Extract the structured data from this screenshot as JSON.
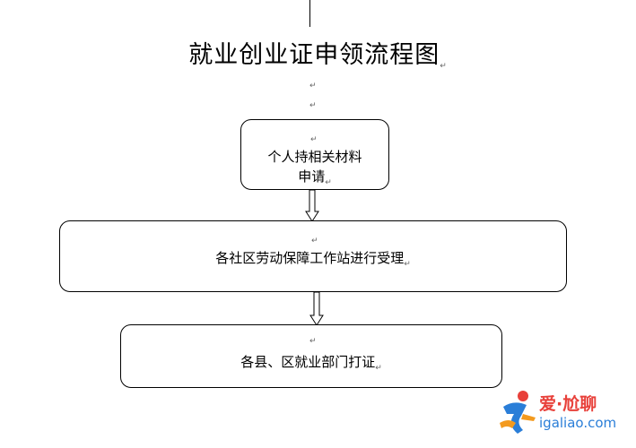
{
  "document": {
    "title": "就业创业证申领流程图",
    "steps": [
      {
        "line1": "个人持相关材料",
        "line2": "申请"
      },
      {
        "text": "各社区劳动保障工作站进行受理"
      },
      {
        "text": "各县、区就业部门打证"
      }
    ]
  },
  "watermark": {
    "title": "爱·尬聊",
    "url": "igaliao.com",
    "icon": "runner-logo-icon",
    "colors": {
      "red": "#e8403a",
      "blue": "#2a7ed8",
      "orange": "#f39a1e"
    }
  },
  "paragraph_mark": "↵"
}
